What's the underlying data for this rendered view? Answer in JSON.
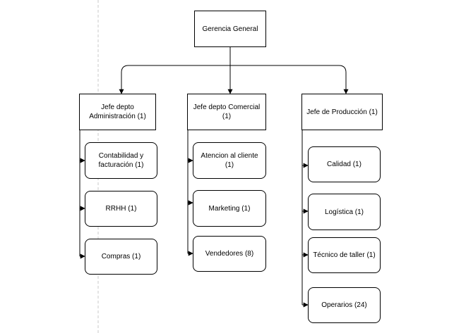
{
  "root": {
    "label": "Gerencia General"
  },
  "departments": [
    {
      "label": "Jefe depto\nAdministración (1)",
      "children": [
        "Contabilidad y\nfacturación (1)",
        "RRHH (1)",
        "Compras (1)"
      ]
    },
    {
      "label": "Jefe depto Comercial\n(1)",
      "children": [
        "Atencion al cliente\n(1)",
        "Marketing (1)",
        "Vendedores (8)"
      ]
    },
    {
      "label": "Jefe de Producción (1)",
      "children": [
        "Calidad (1)",
        "Logística (1)",
        "Técnico de taller (1)",
        "Operarios (24)"
      ]
    }
  ],
  "colors": {
    "line": "#000000",
    "box_fill": "#ffffff",
    "guide": "#c8c8c8"
  }
}
